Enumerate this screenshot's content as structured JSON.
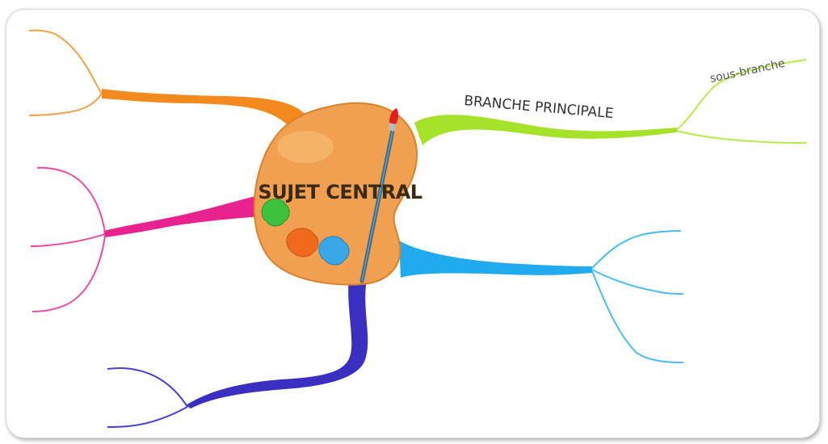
{
  "diagram": {
    "type": "mind-map",
    "central_topic": "SUJET CENTRAL",
    "main_branch_label": "BRANCHE PRINCIPALE",
    "sub_branch_label": "sous-branche",
    "colors": {
      "palette": "#f0a050",
      "palette_edge": "#d9822b",
      "orange_branch": "#f28a1e",
      "magenta_branch": "#e8238f",
      "green_branch": "#a6e22a",
      "blue_branch": "#22aaee",
      "indigo_branch": "#3a2fc0",
      "paint_green": "#3cc13c",
      "paint_orange": "#f06a1e",
      "paint_blue": "#3aa8e8",
      "brush_handle": "#3b6b8a",
      "brush_tip": "#e02020"
    }
  }
}
